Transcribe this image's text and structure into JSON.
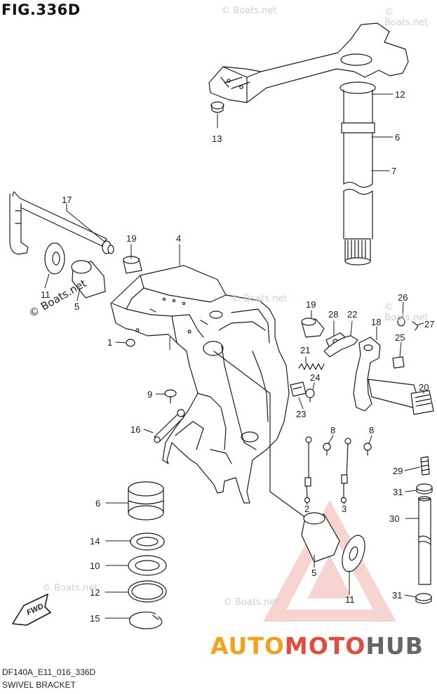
{
  "figure": {
    "title": "FIG.336D",
    "code": "DF140A_E11_016_336D",
    "name": "SWIVEL BRACKET"
  },
  "direction_badge": "FWD",
  "watermarks": [
    "© Boats.net",
    "© Boats.net",
    "© Boats.net",
    "© Boats.net",
    "© Boats.net",
    "© Boats.net",
    "© Boats.net"
  ],
  "brand": {
    "part1": "AUTO",
    "part2": "MOTO",
    "part3": "HUB"
  },
  "callouts": {
    "c1": "1",
    "c2": "2",
    "c3": "3",
    "c4": "4",
    "c5a": "5",
    "c5b": "5",
    "c6a": "6",
    "c6b": "6",
    "c7": "7",
    "c8a": "8",
    "c8b": "8",
    "c9": "9",
    "c10": "10",
    "c11a": "11",
    "c11b": "11",
    "c12a": "12",
    "c12b": "12",
    "c13": "13",
    "c14": "14",
    "c15": "15",
    "c16": "16",
    "c17": "17",
    "c18": "18",
    "c19a": "19",
    "c19b": "19",
    "c20": "20",
    "c21": "21",
    "c22": "22",
    "c23": "23",
    "c24": "24",
    "c25": "25",
    "c26": "26",
    "c27": "27",
    "c28": "28",
    "c29": "29",
    "c30": "30",
    "c31a": "31",
    "c31b": "31"
  },
  "colors": {
    "line": "#1a1a1a",
    "logo_red": "#e34b3c",
    "logo_orange": "#f2a21b",
    "logo_gray": "#666666"
  }
}
